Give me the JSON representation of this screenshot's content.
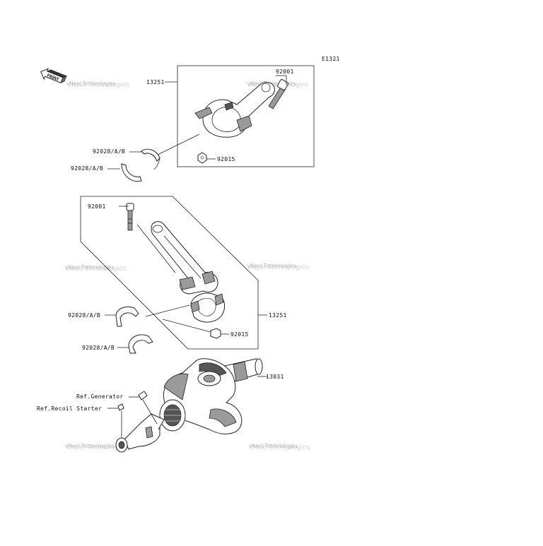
{
  "diagram_code": "E1321",
  "front_label": "FRONT",
  "watermark": "vNext Technologies",
  "callouts": {
    "top_rod_assembly": "13251",
    "top_bolt": "92001",
    "top_nut": "92015",
    "top_bearing_a": "92028/A/B",
    "top_bearing_b": "92028/A/B",
    "mid_bolt": "92001",
    "mid_rod_assembly": "13251",
    "mid_bearing_a": "92028/A/B",
    "mid_bearing_b": "92028/A/B",
    "mid_nut": "92015",
    "crankshaft": "13031",
    "ref_generator": "Ref.Generator",
    "ref_recoil_starter": "Ref.Recoil Starter"
  }
}
